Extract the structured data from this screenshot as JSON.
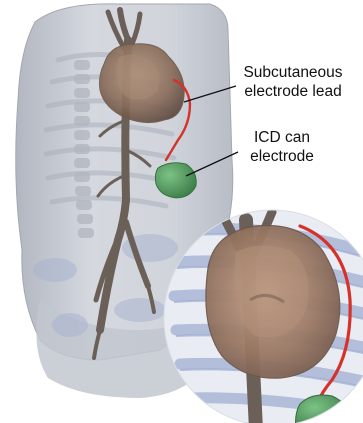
{
  "labels": {
    "lead_line1": "Subcutaneous",
    "lead_line2": "electrode lead",
    "can_line1": "ICD can",
    "can_line2": "electrode"
  },
  "colors": {
    "background": "#ffffff",
    "torso": "#c8ccd4",
    "bone": "#6b6058",
    "heart": "#8c6f5d",
    "lead_wire": "#d4322a",
    "can": "#4f9a5a",
    "rib_blue": "#a9b7d6",
    "leader_line": "#111111"
  }
}
